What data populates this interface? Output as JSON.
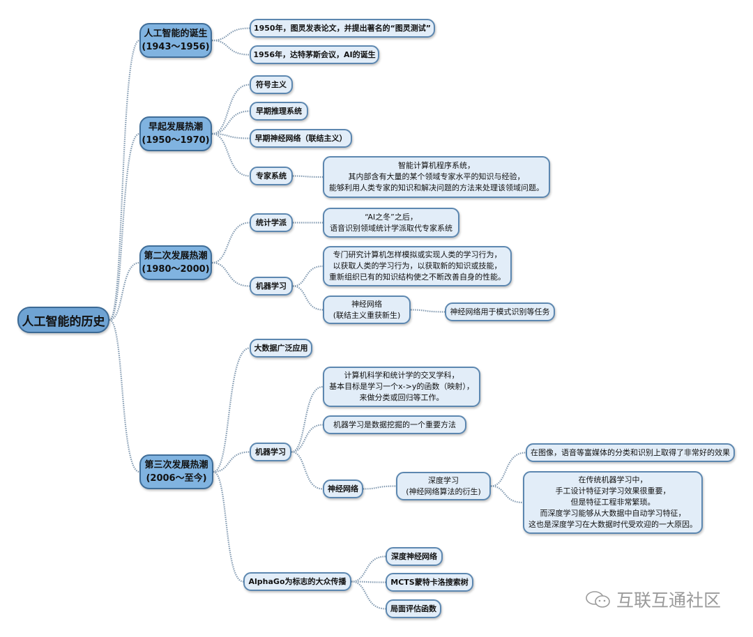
{
  "root": "人工智能的历史",
  "birth": {
    "title": "人工智能的诞生",
    "period": "(1943～1956)",
    "items": [
      "1950年，图灵发表论文，并提出著名的“图灵测试”",
      "1956年，达特茅斯会议，AI的诞生"
    ]
  },
  "early": {
    "title": "早起发展热潮",
    "period": "(1950～1970)",
    "items": [
      "符号主义",
      "早期推理系统",
      "早期神经网络（联结主义）",
      "专家系统"
    ],
    "expert_detail": [
      "智能计算机程序系统，",
      "其内部含有大量的某个领域专家水平的知识与经验，",
      "能够利用人类专家的知识和解决问题的方法来处理该领域问题。"
    ]
  },
  "second": {
    "title": "第二次发展热潮",
    "period": "(1980～2000)",
    "stat": "统计学派",
    "stat_detail": [
      "“AI之冬”之后，",
      "语音识别领域统计学派取代专家系统"
    ],
    "ml": "机器学习",
    "ml_detail": [
      "专门研究计算机怎样模拟或实现人类的学习行为，",
      "以获取人类的学习行为，以获取新的知识或技能，",
      "重新组织已有的知识结构使之不断改善自身的性能。"
    ],
    "nn": [
      "神经网络",
      "(联结主义重获新生)"
    ],
    "nn_detail": "神经网络用于模式识别等任务"
  },
  "third": {
    "title": "第三次发展热潮",
    "period": "(2006～至今)",
    "bigdata": "大数据广泛应用",
    "ml": "机器学习",
    "ml_detail": [
      "计算机科学和统计学的交叉学科，",
      "基本目标是学习一个x->y的函数（映射），",
      "来做分类或回归等工作。"
    ],
    "ml_mining": "机器学习是数据挖掘的一个重要方法",
    "nn": "神经网络",
    "dl": [
      "深度学习",
      "(神经网络算法的衍生)"
    ],
    "dl_effect": "在图像，语音等富媒体的分类和识别上取得了非常好的效果",
    "dl_detail": [
      "在传统机器学习中，",
      "手工设计特征对学习效果很重要，",
      "但是特征工程非常繁琐。",
      "而深度学习能够从大数据中自动学习特征，",
      "这也是深度学习在大数据时代受欢迎的一大原因。"
    ],
    "alphago": "AlphaGo为标志的大众传播",
    "alphago_items": [
      "深度神经网络",
      "MCTS蒙特卡洛搜索树",
      "局面评估函数"
    ]
  },
  "watermark": "互联互通社区",
  "colors": {
    "edge": "#8199b0",
    "l1_fill": "#80b3e0",
    "l2_fill": "#e2edf8",
    "border": "#3f6d98"
  }
}
